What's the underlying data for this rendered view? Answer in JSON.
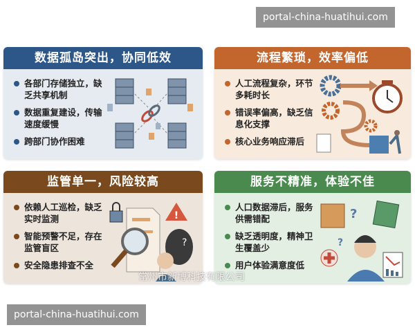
{
  "watermark_top": "portal-china-huatihui.com",
  "watermark_bottom": "portal-china-huatihui.com",
  "source_mark": "常州市新博科技有限公司",
  "panels": [
    {
      "title": "数据孤岛突出，协同低效",
      "color": "#2d5689",
      "bg": "#e6ebf1",
      "dot": "#2d5689",
      "items": [
        "各部门存储独立，缺乏共享机制",
        "数据重复建设，传输速度缓慢",
        "跨部门协作困难"
      ],
      "icon": "server-network-icon"
    },
    {
      "title": "流程繁琐，效率偏低",
      "color": "#c2662d",
      "bg": "#f8ebdd",
      "dot": "#c2662d",
      "items": [
        "人工流程复杂，环节多耗时长",
        "错误率偏高，缺乏信息化支撑",
        "核心业务响应滞后"
      ],
      "icon": "gears-clock-icon"
    },
    {
      "title": "监管单一，风险较高",
      "color": "#7a4a1e",
      "bg": "#ede4dc",
      "dot": "#7a4a1e",
      "items": [
        "依赖人工巡检，缺乏实时监测",
        "智能预警不足，存在监管盲区",
        "安全隐患排查不全"
      ],
      "icon": "magnifier-warning-icon"
    },
    {
      "title": "服务不精准，体验不佳",
      "color": "#4a8a4f",
      "bg": "#e4efe3",
      "dot": "#4a8a4f",
      "items": [
        "人口数据滞后，服务供需错配",
        "缺乏透明度，精神卫生覆盖少",
        "用户体验满意度低"
      ],
      "icon": "puzzle-person-icon"
    }
  ]
}
